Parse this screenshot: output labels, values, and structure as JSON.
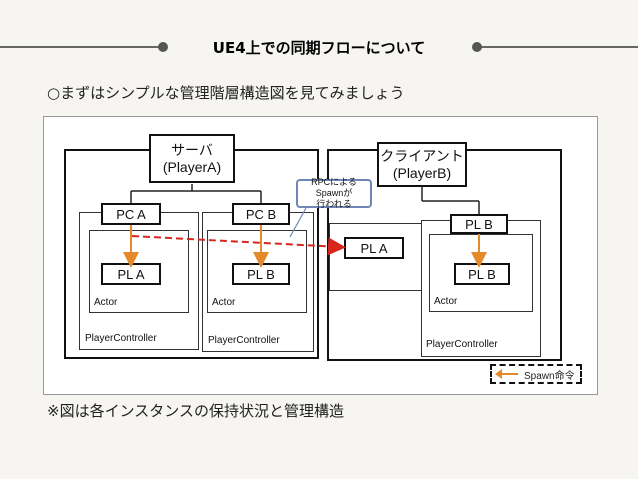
{
  "header": {
    "title": "UE4上での同期フローについて"
  },
  "intro": {
    "text": "○まずはシンプルな管理階層構造図を見てみましょう"
  },
  "diagram": {
    "server": {
      "line1": "サーバ",
      "line2": "(PlayerA)"
    },
    "client": {
      "line1": "クライアント",
      "line2": "(PlayerB)"
    },
    "pc_a": "PC A",
    "pc_b": "PC B",
    "pl_a": "PL A",
    "pl_b": "PL B",
    "client_pl_a": "PL A",
    "client_pl_b_top": "PL B",
    "client_pl_b_inner": "PL B",
    "actor_label": "Actor",
    "player_controller_label": "PlayerController",
    "callout": {
      "line1": "RPCによるSpawnが",
      "line2": "行われる"
    },
    "legend": "Spawn命令",
    "colors": {
      "orange_arrow": "#e58a2b",
      "red_dashed": "#d9261c",
      "callout_border": "#6f86b7"
    }
  },
  "footer": {
    "note": "※図は各インスタンスの保持状況と管理構造"
  }
}
